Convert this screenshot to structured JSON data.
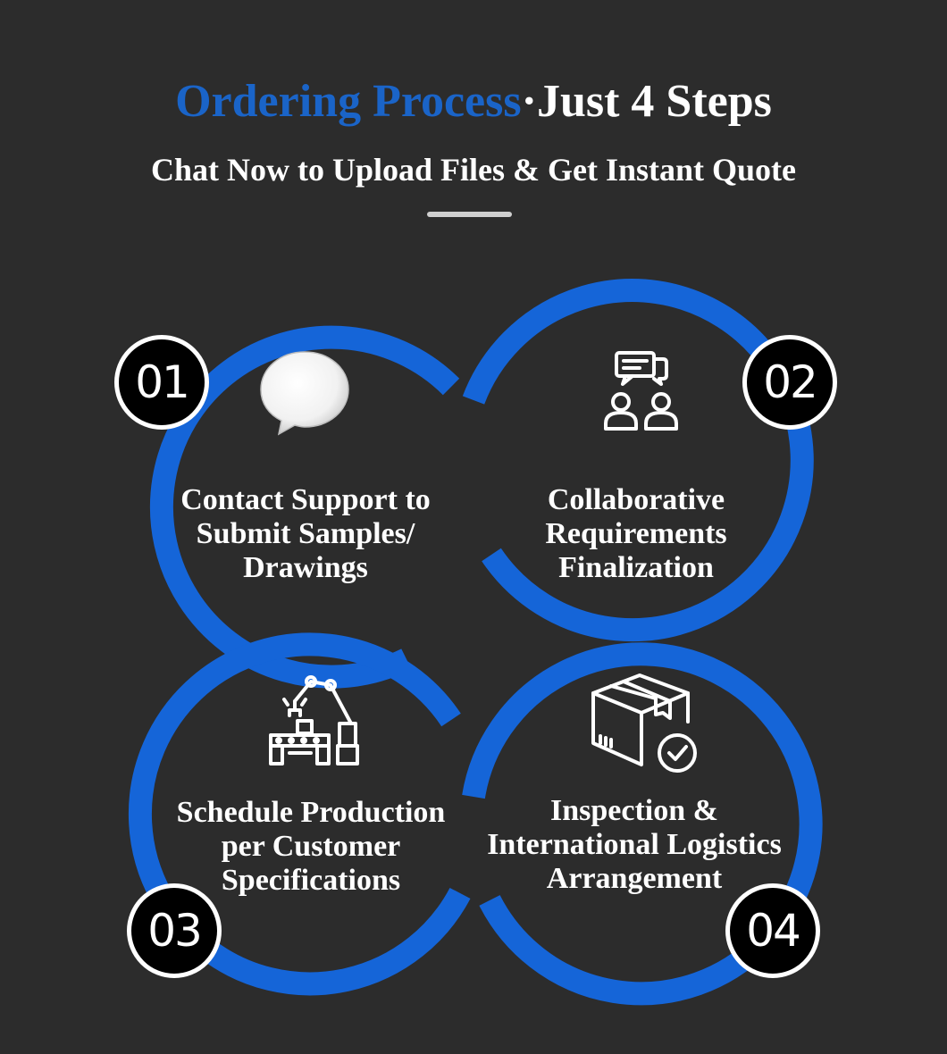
{
  "header": {
    "title_accent": "Ordering Process",
    "title_rest": "·Just 4 Steps",
    "subtitle": "Chat Now to Upload Files & Get Instant Quote"
  },
  "colors": {
    "background": "#2c2c2c",
    "accent_blue": "#1a64c8",
    "ring_blue": "#1565d8",
    "text": "#ffffff",
    "badge_fill": "#000000"
  },
  "steps": [
    {
      "number": "01",
      "icon": "chat-bubble-icon",
      "lines": [
        "Contact Support to",
        "Submit Samples/",
        "Drawings"
      ]
    },
    {
      "number": "02",
      "icon": "people-chat-icon",
      "lines": [
        "Collaborative",
        "Requirements",
        "Finalization"
      ]
    },
    {
      "number": "03",
      "icon": "robot-arm-icon",
      "lines": [
        "Schedule Production",
        "per Customer",
        "Specifications"
      ]
    },
    {
      "number": "04",
      "icon": "box-check-icon",
      "lines": [
        "Inspection &",
        "International Logistics",
        "Arrangement"
      ]
    }
  ]
}
